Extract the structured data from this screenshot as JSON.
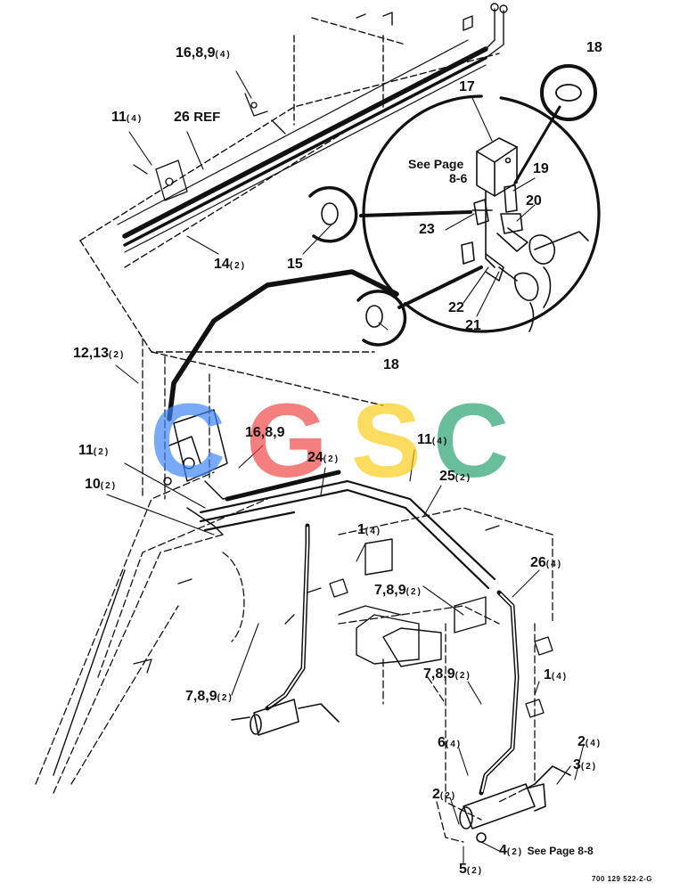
{
  "figure_code": "700 129 522-2-G",
  "detail_note": {
    "line1": "See Page",
    "line2": "8-6"
  },
  "watermark": {
    "letters": [
      "C",
      "G",
      "S",
      "C"
    ],
    "colors": [
      "#3b82f6",
      "#ef4444",
      "#facc15",
      "#22a06b"
    ]
  },
  "callouts": [
    {
      "id": "c1",
      "num": "16,8,9",
      "qty": "(4)",
      "ref": ""
    },
    {
      "id": "c2",
      "num": "11",
      "qty": "(4)",
      "ref": ""
    },
    {
      "id": "c3",
      "num": "26",
      "qty": "",
      "ref": "REF"
    },
    {
      "id": "c4",
      "num": "14",
      "qty": "(2)",
      "ref": ""
    },
    {
      "id": "c5",
      "num": "15",
      "qty": "",
      "ref": ""
    },
    {
      "id": "c6",
      "num": "18",
      "qty": "",
      "ref": ""
    },
    {
      "id": "c7",
      "num": "17",
      "qty": "",
      "ref": ""
    },
    {
      "id": "c8",
      "num": "19",
      "qty": "",
      "ref": ""
    },
    {
      "id": "c9",
      "num": "20",
      "qty": "",
      "ref": ""
    },
    {
      "id": "c10",
      "num": "23",
      "qty": "",
      "ref": ""
    },
    {
      "id": "c11",
      "num": "22",
      "qty": "",
      "ref": ""
    },
    {
      "id": "c12",
      "num": "21",
      "qty": "",
      "ref": ""
    },
    {
      "id": "c13",
      "num": "18",
      "qty": "",
      "ref": ""
    },
    {
      "id": "c14",
      "num": "12,13",
      "qty": "(2)",
      "ref": ""
    },
    {
      "id": "c15",
      "num": "16,8,9",
      "qty": "",
      "ref": ""
    },
    {
      "id": "c16",
      "num": "11",
      "qty": "(2)",
      "ref": ""
    },
    {
      "id": "c17",
      "num": "10",
      "qty": "(2)",
      "ref": ""
    },
    {
      "id": "c18",
      "num": "11",
      "qty": "(4)",
      "ref": ""
    },
    {
      "id": "c19",
      "num": "24",
      "qty": "(2)",
      "ref": ""
    },
    {
      "id": "c20",
      "num": "25",
      "qty": "(2)",
      "ref": ""
    },
    {
      "id": "c21",
      "num": "1",
      "qty": "(4)",
      "ref": ""
    },
    {
      "id": "c22",
      "num": "26",
      "qty": "(4)",
      "ref": ""
    },
    {
      "id": "c23",
      "num": "7,8,9",
      "qty": "(2)",
      "ref": ""
    },
    {
      "id": "c24",
      "num": "7,8,9",
      "qty": "(2)",
      "ref": ""
    },
    {
      "id": "c25",
      "num": "7,8,9",
      "qty": "(2)",
      "ref": ""
    },
    {
      "id": "c26",
      "num": "1",
      "qty": "(4)",
      "ref": ""
    },
    {
      "id": "c27",
      "num": "6",
      "qty": "(4)",
      "ref": ""
    },
    {
      "id": "c28",
      "num": "2",
      "qty": "(4)",
      "ref": ""
    },
    {
      "id": "c29",
      "num": "3",
      "qty": "(2)",
      "ref": ""
    },
    {
      "id": "c30",
      "num": "2",
      "qty": "(2)",
      "ref": ""
    },
    {
      "id": "c31",
      "num": "4",
      "qty": "(2)",
      "ref": "See Page 8-8"
    },
    {
      "id": "c32",
      "num": "5",
      "qty": "(2)",
      "ref": ""
    }
  ]
}
